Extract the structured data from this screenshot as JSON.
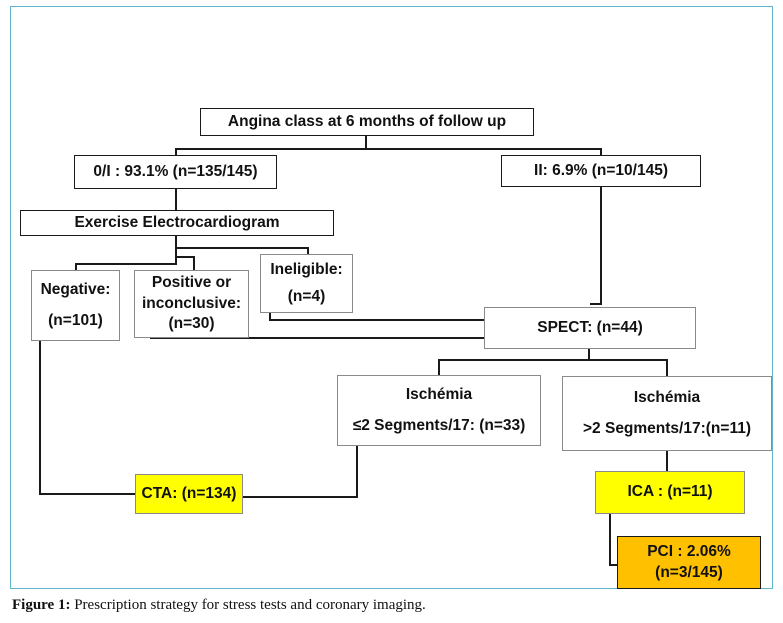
{
  "colors": {
    "frame_border": "#5fb6c9",
    "yellow_fill": "#ffff00",
    "orange_fill": "#ffc000",
    "line": "#1a1a1a"
  },
  "nodes": {
    "angina": "Angina class at 6 months of follow up",
    "class_0i": "0/I : 93.1% (n=135/145)",
    "class_ii": "II: 6.9% (n=10/145)",
    "exercise_ecg": "Exercise Electrocardiogram",
    "negative": {
      "line1": "Negative:",
      "line2": "(n=101)"
    },
    "positive": {
      "line1": "Positive or",
      "line2": "inconclusive:",
      "line3": "(n=30)"
    },
    "ineligible": {
      "line1": "Ineligible:",
      "line2": "(n=4)"
    },
    "spect": "SPECT: (n=44)",
    "ischemia_low": {
      "line1": "Ischémia",
      "line2": "≤2 Segments/17: (n=33)"
    },
    "ischemia_high": {
      "line1": "Ischémia",
      "line2": ">2 Segments/17:(n=11)"
    },
    "cta": "CTA: (n=134)",
    "ica": "ICA : (n=11)",
    "pci": {
      "line1": "PCI : 2.06%",
      "line2": "(n=3/145)"
    }
  },
  "caption": {
    "label": "Figure 1:",
    "text": " Prescription strategy for stress tests and coronary imaging."
  }
}
